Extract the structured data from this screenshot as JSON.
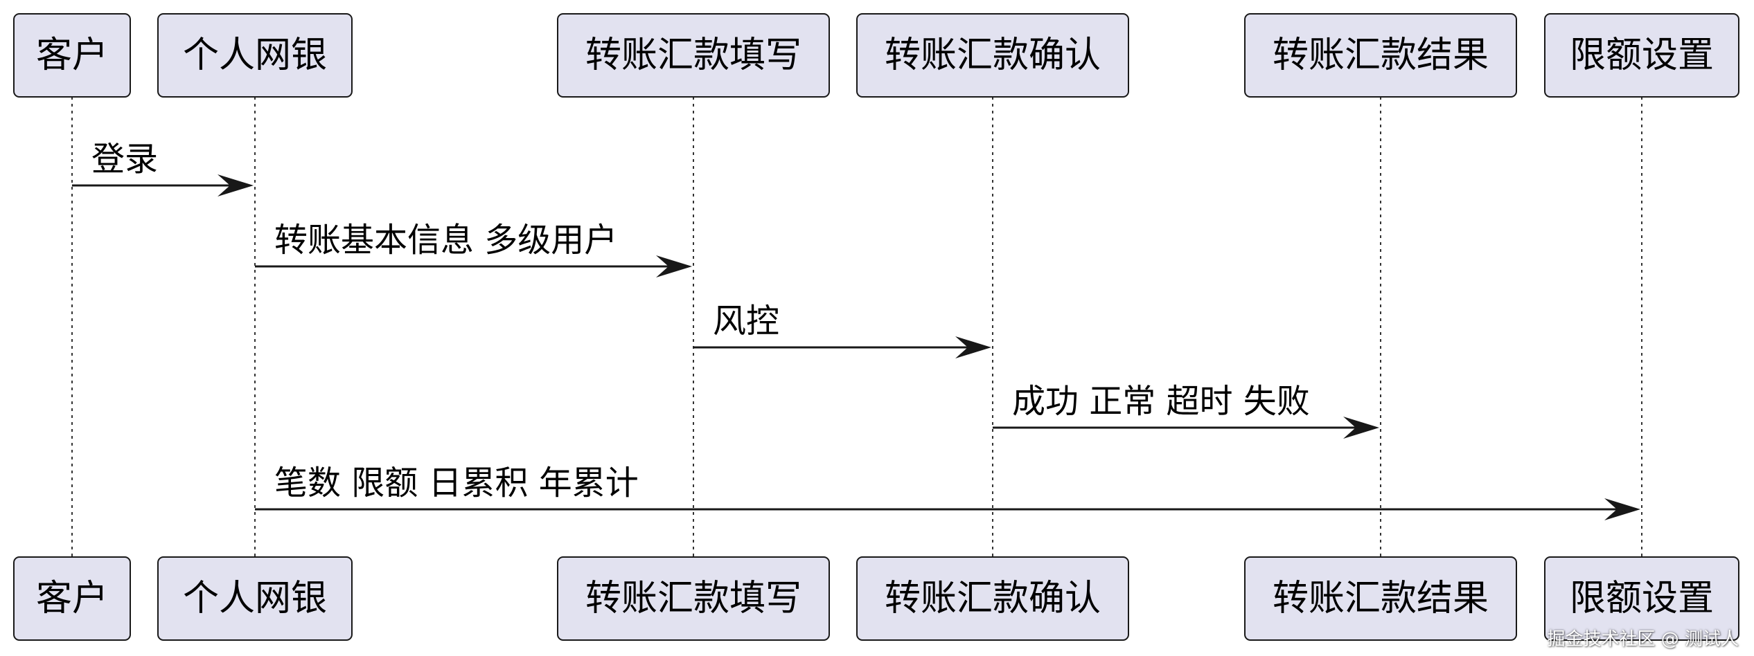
{
  "participants": [
    {
      "id": "p1",
      "label": "客户"
    },
    {
      "id": "p2",
      "label": "个人网银"
    },
    {
      "id": "p3",
      "label": "转账汇款填写"
    },
    {
      "id": "p4",
      "label": "转账汇款确认"
    },
    {
      "id": "p5",
      "label": "转账汇款结果"
    },
    {
      "id": "p6",
      "label": "限额设置"
    }
  ],
  "messages": [
    {
      "from": "p1",
      "to": "p2",
      "label": "登录"
    },
    {
      "from": "p2",
      "to": "p3",
      "label": "转账基本信息 多级用户"
    },
    {
      "from": "p3",
      "to": "p4",
      "label": "风控"
    },
    {
      "from": "p4",
      "to": "p5",
      "label": "成功 正常 超时 失败"
    },
    {
      "from": "p2",
      "to": "p6",
      "label": "笔数 限额 日累积 年累计"
    }
  ],
  "colors": {
    "participant_fill": "#E2E2F0",
    "border": "#181818",
    "text": "#000000"
  },
  "watermark": "掘金技术社区 @ 测试人"
}
